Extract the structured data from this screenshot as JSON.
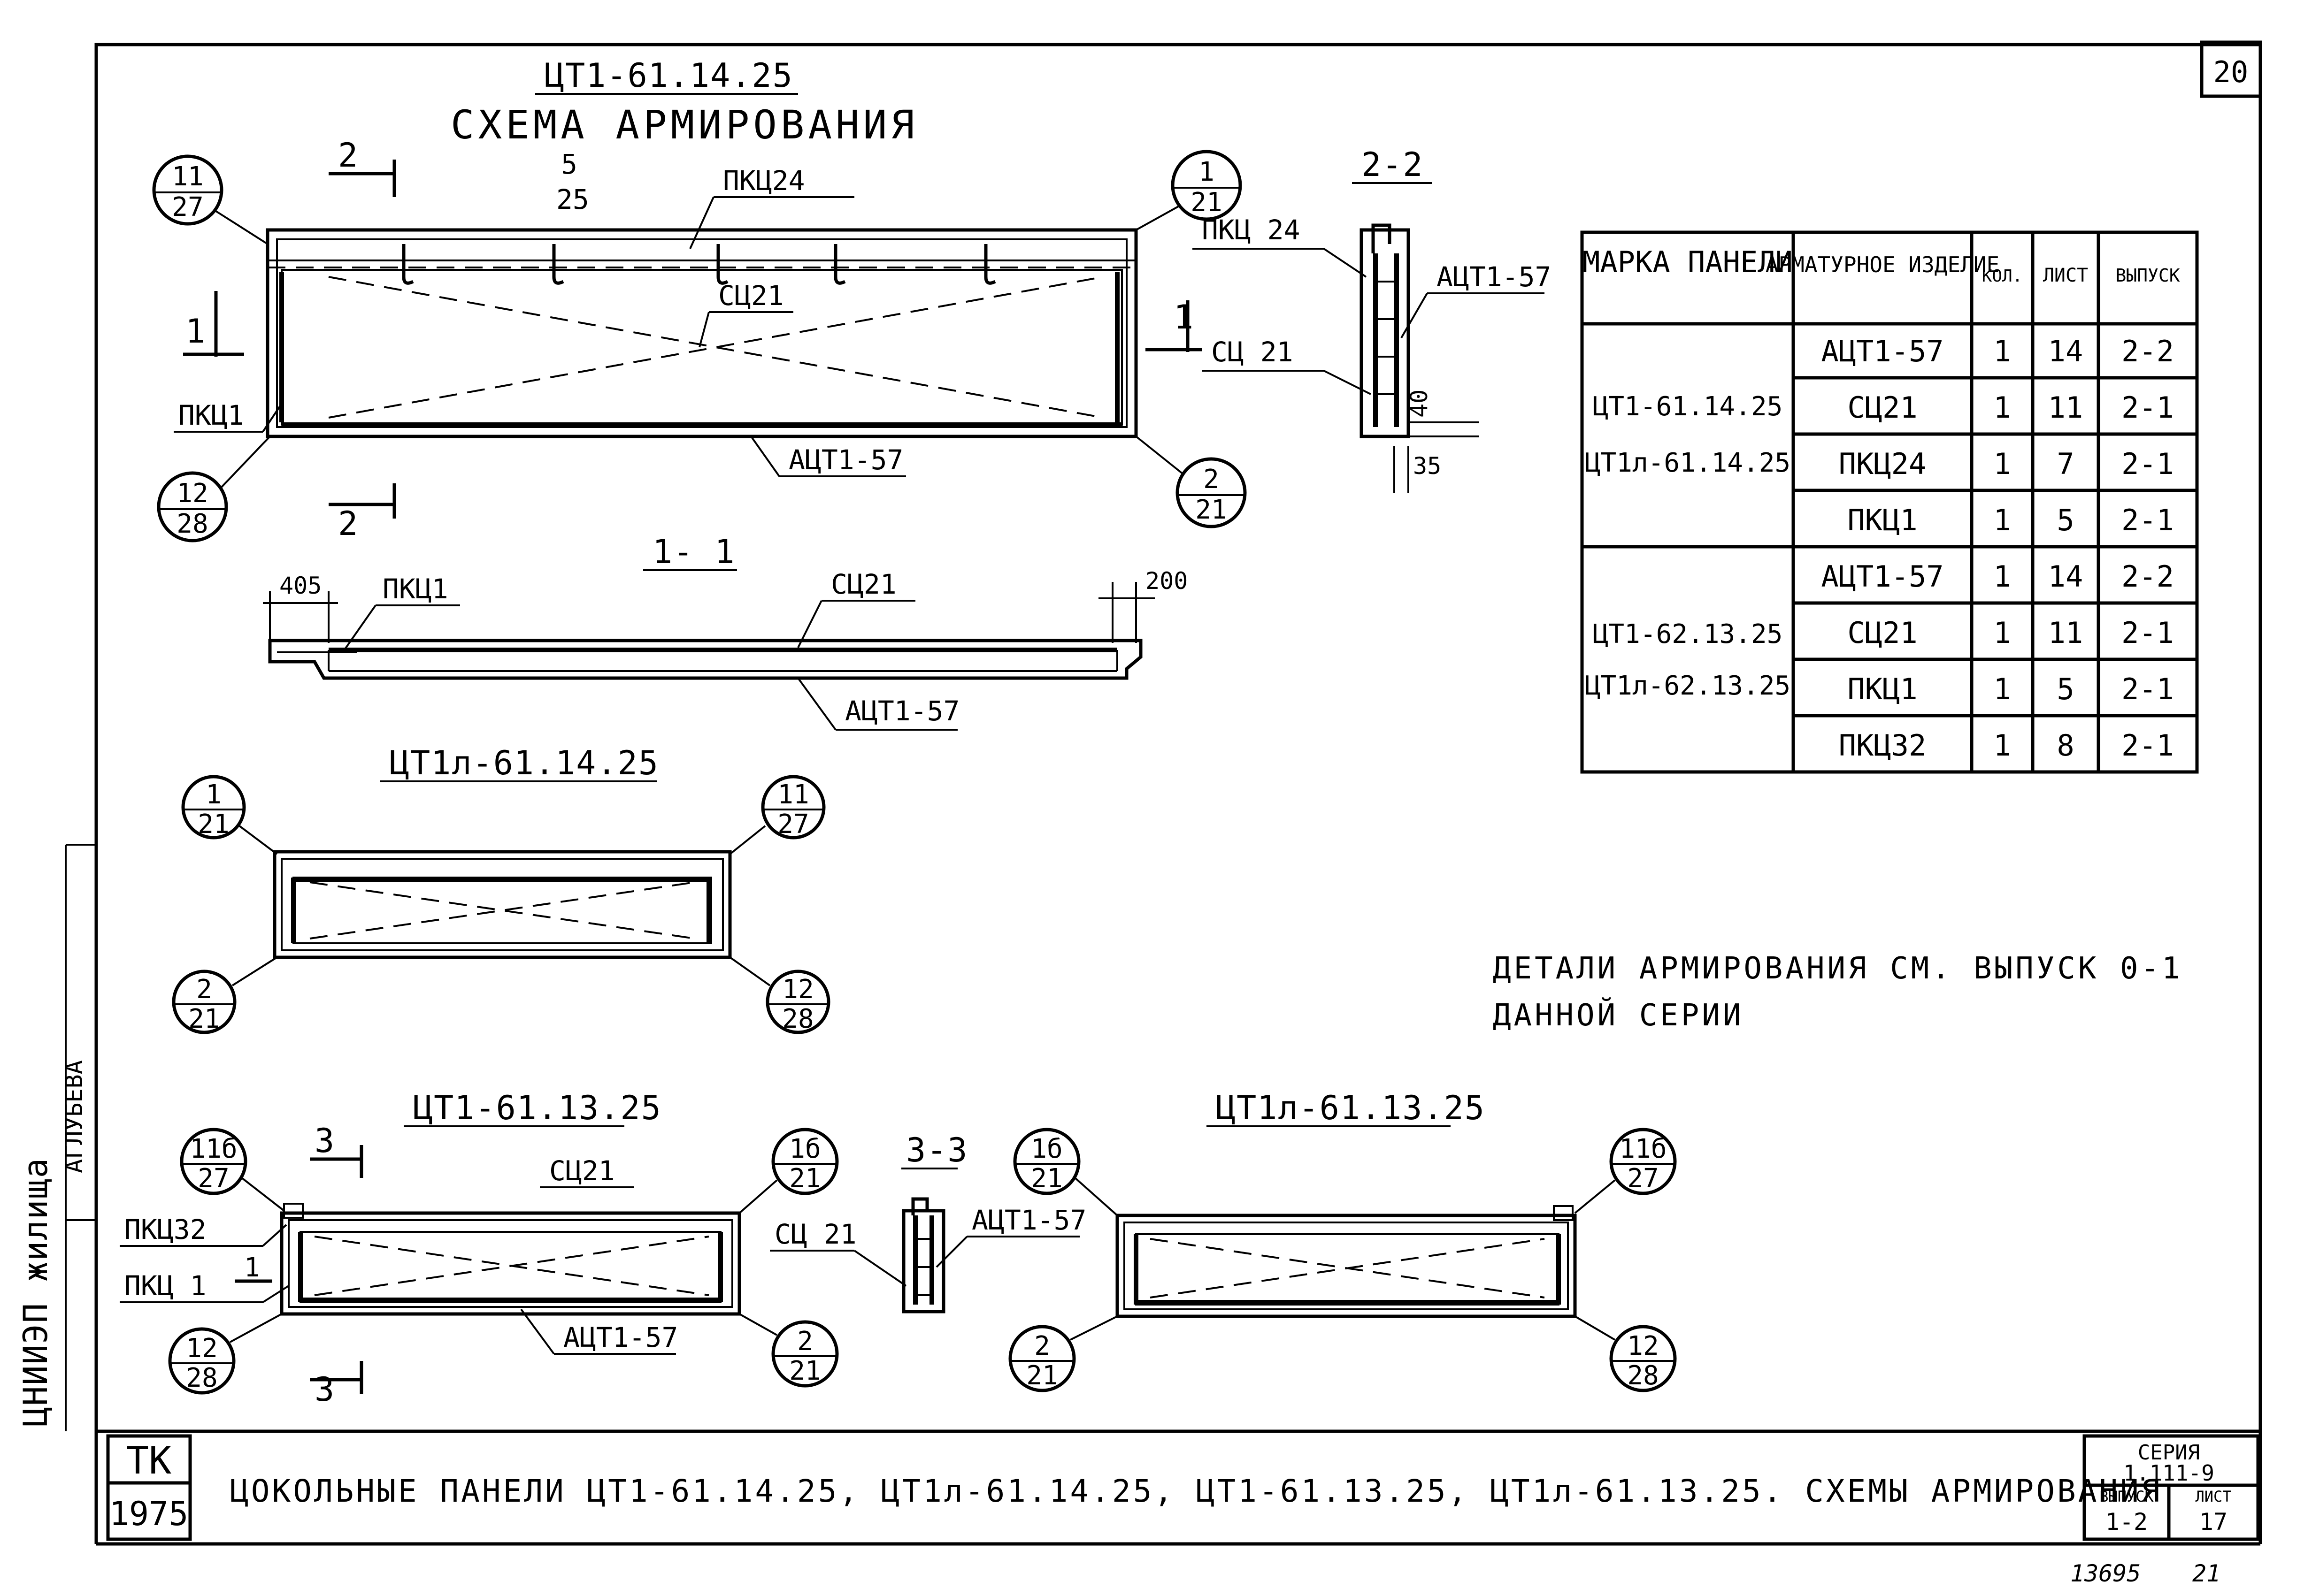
{
  "sheet_number": "20",
  "main_panel": {
    "title": "ЦТ1-61.14.25",
    "subtitle": "СХЕМА АРМИРОВАНИЯ",
    "labels": {
      "pkc24": "ПКЦ24",
      "sc21": "СЦ21",
      "pkc1": "ПКЦ1",
      "act157": "АЦТ1-57",
      "detail_num": "5",
      "detail_den": "25",
      "mark_1": "1",
      "section_2_top": "2",
      "section_2_bottom": "2"
    },
    "callouts": [
      {
        "num": "11",
        "den": "27"
      },
      {
        "num": "1",
        "den": "21"
      },
      {
        "num": "12",
        "den": "28"
      },
      {
        "num": "2",
        "den": "21"
      }
    ]
  },
  "section_2_2": {
    "title": "2-2",
    "labels": {
      "pkc24": "ПКЦ 24",
      "sc21": "СЦ 21",
      "act157": "АЦТ1-57",
      "dim_40": "40",
      "dim_35": "35"
    }
  },
  "section_1_1": {
    "title": "1- 1",
    "labels": {
      "dim_405": "405",
      "pkc1": "ПКЦ1",
      "sc21": "СЦ21",
      "dim_200": "200",
      "act157": "АЦТ1-57"
    }
  },
  "table": {
    "headers": [
      "МАРКА ПАНЕЛИ",
      "АРМАТУРНОЕ ИЗДЕЛИЕ",
      "КОЛ.",
      "ЛИСТ",
      "ВЫПУСК"
    ],
    "groups": [
      {
        "marks": [
          "ЦТ1-61.14.25",
          "ЦТ1л-61.14.25"
        ],
        "rows": [
          [
            "АЦТ1-57",
            "1",
            "14",
            "2-2"
          ],
          [
            "СЦ21",
            "1",
            "11",
            "2-1"
          ],
          [
            "ПКЦ24",
            "1",
            "7",
            "2-1"
          ],
          [
            "ПКЦ1",
            "1",
            "5",
            "2-1"
          ]
        ]
      },
      {
        "marks": [
          "ЦТ1-62.13.25",
          "ЦТ1л-62.13.25"
        ],
        "rows": [
          [
            "АЦТ1-57",
            "1",
            "14",
            "2-2"
          ],
          [
            "СЦ21",
            "1",
            "11",
            "2-1"
          ],
          [
            "ПКЦ1",
            "1",
            "5",
            "2-1"
          ],
          [
            "ПКЦ32",
            "1",
            "8",
            "2-1"
          ]
        ]
      }
    ]
  },
  "mirror_panel_14": {
    "title": "ЦТ1л-61.14.25",
    "callouts": [
      {
        "num": "1",
        "den": "21"
      },
      {
        "num": "11",
        "den": "27"
      },
      {
        "num": "2",
        "den": "21"
      },
      {
        "num": "12",
        "den": "28"
      }
    ]
  },
  "note": {
    "line1": "ДЕТАЛИ АРМИРОВАНИЯ СМ. ВЫПУСК 0-1",
    "line2": "ДАННОЙ СЕРИИ"
  },
  "panel_13": {
    "title": "ЦТ1-61.13.25",
    "labels": {
      "sc21": "СЦ21",
      "pkc32": "ПКЦ32",
      "pkc1": "ПКЦ 1",
      "act157": "АЦТ1-57",
      "mark_3_top": "3",
      "mark_3_bottom": "3",
      "mark_1": "1"
    },
    "callouts": [
      {
        "num": "11б",
        "den": "27"
      },
      {
        "num": "1б",
        "den": "21"
      },
      {
        "num": "12",
        "den": "28"
      },
      {
        "num": "2",
        "den": "21"
      }
    ]
  },
  "section_3_3": {
    "title": "3-3",
    "labels": {
      "sc21": "СЦ 21",
      "act157": "АЦТ1-57"
    }
  },
  "mirror_panel_13": {
    "title": "ЦТ1л-61.13.25",
    "callouts": [
      {
        "num": "1б",
        "den": "21"
      },
      {
        "num": "11б",
        "den": "27"
      },
      {
        "num": "2",
        "den": "21"
      },
      {
        "num": "12",
        "den": "28"
      }
    ]
  },
  "side_stamp": {
    "org": "ЦНИИЭП жилища",
    "names": [
      "АГЛУБЕВА"
    ]
  },
  "title_block": {
    "tk": "ТК",
    "year": "1975",
    "title": "ЦОКОЛЬНЫЕ ПАНЕЛИ ЦТ1-61.14.25, ЦТ1л-61.14.25, ЦТ1-61.13.25, ЦТ1л-61.13.25. СХЕМЫ АРМИРОВАНИЯ",
    "series_label": "СЕРИЯ",
    "series_value": "1.111-9",
    "issue_label": "ВЫПУСК",
    "issue_value": "1-2",
    "sheet_label": "ЛИСТ",
    "sheet_value": "17"
  },
  "footer": {
    "inventory": "13695",
    "page": "21"
  }
}
